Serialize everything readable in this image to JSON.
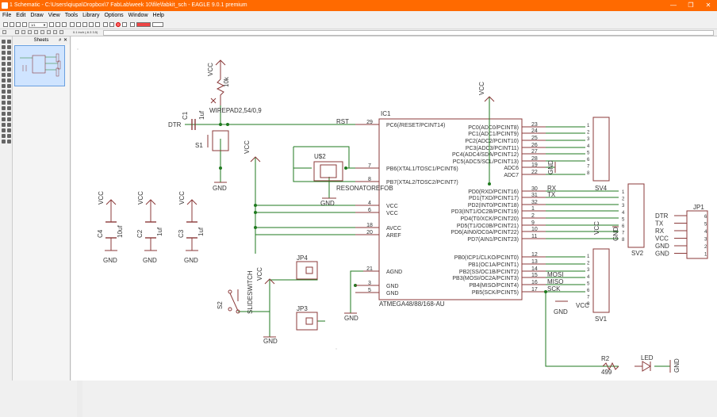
{
  "window": {
    "title": "1 Schematic - C:\\Users\\qiupa\\Dropbox\\7 FabLab\\week 10\\file\\fabkit_sch - EAGLE 9.0.1 premium",
    "controls": [
      "—",
      "❐",
      "✕"
    ]
  },
  "menu": [
    "File",
    "Edit",
    "Draw",
    "View",
    "Tools",
    "Library",
    "Options",
    "Window",
    "Help"
  ],
  "toolbar": {
    "sheet_combo": "1/1",
    "coordinate": "0.1 inch (-6.3 3.5)"
  },
  "sheets_panel": {
    "title": "Sheets",
    "pin": "#",
    "close": "✕"
  },
  "schematic": {
    "ic": {
      "name": "IC1",
      "part": "ATMEGA48/88/168-AU",
      "left_pins": [
        {
          "num": "29",
          "name": "PC6(/RESET/PCINT14)",
          "net": "RST"
        },
        {
          "num": "7",
          "name": "PB6(XTAL1/TOSC1/PCINT6)",
          "net": ""
        },
        {
          "num": "8",
          "name": "PB7(XTAL2/TOSC2/PCINT7)",
          "net": ""
        },
        {
          "num": "4",
          "name": "VCC",
          "net": ""
        },
        {
          "num": "6",
          "name": "VCC",
          "net": ""
        },
        {
          "num": "18",
          "name": "AVCC",
          "net": ""
        },
        {
          "num": "20",
          "name": "AREF",
          "net": ""
        },
        {
          "num": "21",
          "name": "AGND",
          "net": ""
        },
        {
          "num": "3",
          "name": "GND",
          "net": ""
        },
        {
          "num": "5",
          "name": "GND",
          "net": ""
        }
      ],
      "right_pins": [
        {
          "num": "23",
          "name": "PC0(ADC0/PCINT8)",
          "net": ""
        },
        {
          "num": "24",
          "name": "PC1(ADC1/PCINT9)",
          "net": ""
        },
        {
          "num": "25",
          "name": "PC2(ADC2/PCINT10)",
          "net": ""
        },
        {
          "num": "26",
          "name": "PC3(ADC3/PCINT11)",
          "net": ""
        },
        {
          "num": "27",
          "name": "PC4(ADC4/SDA/PCINT12)",
          "net": ""
        },
        {
          "num": "28",
          "name": "PC5(ADC5/SCL/PCINT13)",
          "net": ""
        },
        {
          "num": "19",
          "name": "ADC6",
          "net": ""
        },
        {
          "num": "22",
          "name": "ADC7",
          "net": ""
        },
        {
          "num": "30",
          "name": "PD0(RXD/PCINT16)",
          "net": "RX"
        },
        {
          "num": "31",
          "name": "PD1(TXD/PCINT17)",
          "net": "TX"
        },
        {
          "num": "32",
          "name": "PD2(INT0/PCINT18)",
          "net": ""
        },
        {
          "num": "1",
          "name": "PD3(INT1/OC2B/PCINT19)",
          "net": ""
        },
        {
          "num": "2",
          "name": "PD4(T0/XCK/PCINT20)",
          "net": ""
        },
        {
          "num": "9",
          "name": "PD5(T1/OC0B/PCINT21)",
          "net": ""
        },
        {
          "num": "10",
          "name": "PD6(AIN0/OC0A/PCINT22)",
          "net": ""
        },
        {
          "num": "11",
          "name": "PD7(AIN1/PCINT23)",
          "net": ""
        },
        {
          "num": "12",
          "name": "PB0(ICP1/CLKO/PCINT0)",
          "net": ""
        },
        {
          "num": "13",
          "name": "PB1(OC1A/PCINT1)",
          "net": ""
        },
        {
          "num": "14",
          "name": "PB2(SS/OC1B/PCINT2)",
          "net": ""
        },
        {
          "num": "15",
          "name": "PB3(MOSI/OC2A/PCINT3)",
          "net": "MOSI"
        },
        {
          "num": "16",
          "name": "PB4(MISO/PCINT4)",
          "net": "MISO"
        },
        {
          "num": "17",
          "name": "PB5(SCK/PCINT5)",
          "net": "SCK"
        }
      ]
    },
    "labels": {
      "vcc": "VCC",
      "gnd": "GND",
      "dtr": "DTR",
      "c1": "C1",
      "c1_val": "1uf",
      "r1_val": "10k",
      "wirepad": "WIREPAD2,54/0,9",
      "s1": "S1",
      "u2": "U$2",
      "resonator": "RESONATOREFOB",
      "c4": "C4",
      "c4_val": "10uf",
      "c2": "C2",
      "c2_val": "1uf",
      "c3": "C3",
      "c3_val": "1uf",
      "s2": "S2",
      "slide": "SLIDESWITCH",
      "jp4": "JP4",
      "jp3": "JP3",
      "jp1": "JP1",
      "sv4": "SV4",
      "sv2": "SV2",
      "sv1": "SV1",
      "r2": "R2",
      "r2_val": "499",
      "led": "LED",
      "adc6": "ADC6",
      "adc7": "ADC7"
    },
    "jp1_pins": [
      {
        "net": "DTR",
        "num": "6"
      },
      {
        "net": "TX",
        "num": "5"
      },
      {
        "net": "RX",
        "num": "4"
      },
      {
        "net": "VCC",
        "num": "3"
      },
      {
        "net": "GND",
        "num": "2"
      },
      {
        "net": "GND",
        "num": "1"
      }
    ]
  }
}
